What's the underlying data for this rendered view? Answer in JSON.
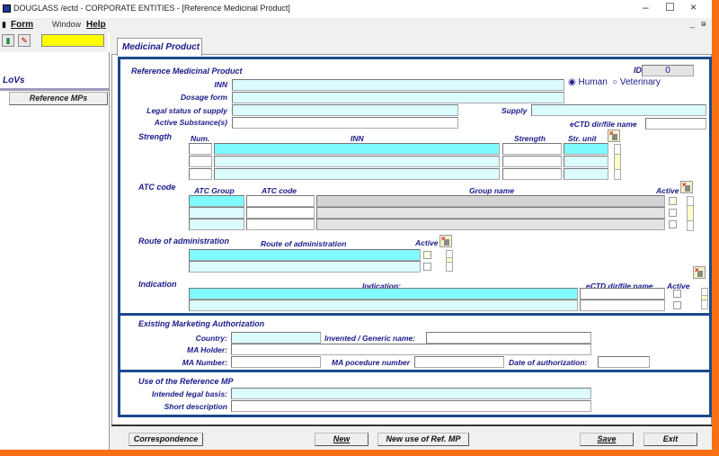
{
  "window": {
    "title": "DOUGLASS /ectd - CORPORATE ENTITIES - [Reference Medicinal Product]",
    "minimize": "–",
    "maximize": "☐",
    "close": "×",
    "mdi_minimize": "_",
    "mdi_restore": "ⱺ"
  },
  "menu": {
    "form": "Form",
    "window": "Window",
    "help": "Help"
  },
  "toolbar": {
    "icon1": "▮",
    "icon2": "✎",
    "yellow_field": ""
  },
  "sidebar": {
    "title": "LoVs",
    "button": "Reference MPs"
  },
  "tab": {
    "label": "Medicinal Product"
  },
  "ref_mp": {
    "section_title": "Reference Medicinal Product",
    "id_label": "ID",
    "id_value": "0",
    "inn_label": "INN",
    "inn_value": "",
    "radio_human": "Human",
    "radio_veterinary": "Veterinary",
    "radio_selected": "Human",
    "dosage_form_label": "Dosage form",
    "dosage_form_value": "",
    "legal_status_label": "Legal status of supply",
    "legal_status_value": "",
    "supply_label": "Supply",
    "supply_value": "",
    "active_substances_label": "Active Substance(s)",
    "active_substances_value": "",
    "ectd_label": "eCTD dir/file name",
    "ectd_value": ""
  },
  "strength": {
    "title": "Strength",
    "col_num": "Num.",
    "col_inn": "INN",
    "col_strength": "Strength",
    "col_unit": "Str. unit",
    "rows": [
      {
        "num": "",
        "inn": "",
        "strength": "",
        "unit": ""
      },
      {
        "num": "",
        "inn": "",
        "strength": "",
        "unit": ""
      },
      {
        "num": "",
        "inn": "",
        "strength": "",
        "unit": ""
      }
    ]
  },
  "atc": {
    "title": "ATC code",
    "col_group": "ATC Group",
    "col_code": "ATC code",
    "col_name": "Group name",
    "col_active": "Active",
    "rows": [
      {
        "group": "",
        "code": "",
        "name": "",
        "active": false
      },
      {
        "group": "",
        "code": "",
        "name": "",
        "active": false
      },
      {
        "group": "",
        "code": "",
        "name": "",
        "active": false
      }
    ]
  },
  "route": {
    "title": "Route of administration",
    "col_route": "Route of administration",
    "col_active": "Active",
    "rows": [
      {
        "route": "",
        "active": false
      },
      {
        "route": "",
        "active": false
      }
    ]
  },
  "indication": {
    "title": "Indication",
    "col_indication": "Indication:",
    "col_ectd": "eCTD dir/file name",
    "col_active": "Active",
    "rows": [
      {
        "indication": "",
        "ectd": "",
        "active": false
      },
      {
        "indication": "",
        "ectd": "",
        "active": false
      }
    ]
  },
  "ma": {
    "title": "Existing Marketing Authorization",
    "country_label": "Country:",
    "country_value": "",
    "invented_label": "Invented / Generic name:",
    "invented_value": "",
    "holder_label": "MA Holder:",
    "holder_value": "",
    "number_label": "MA Number:",
    "number_value": "",
    "procedure_label": "MA pocedure number",
    "procedure_value": "",
    "date_label": "Date of authorization:",
    "date_value": ""
  },
  "use": {
    "title": "Use of the Reference MP",
    "legal_basis_label": "Intended legal basis:",
    "legal_basis_value": "",
    "short_desc_label": "Short description",
    "short_desc_value": ""
  },
  "buttons": {
    "correspondence": "Correspondence",
    "new": "New",
    "new_use": "New use of Ref. MP",
    "save": "Save",
    "exit": "Exit"
  },
  "icons": {
    "clear_rows": "clear-rows-icon",
    "scroll_up": "▴",
    "scroll_down": "▾"
  }
}
